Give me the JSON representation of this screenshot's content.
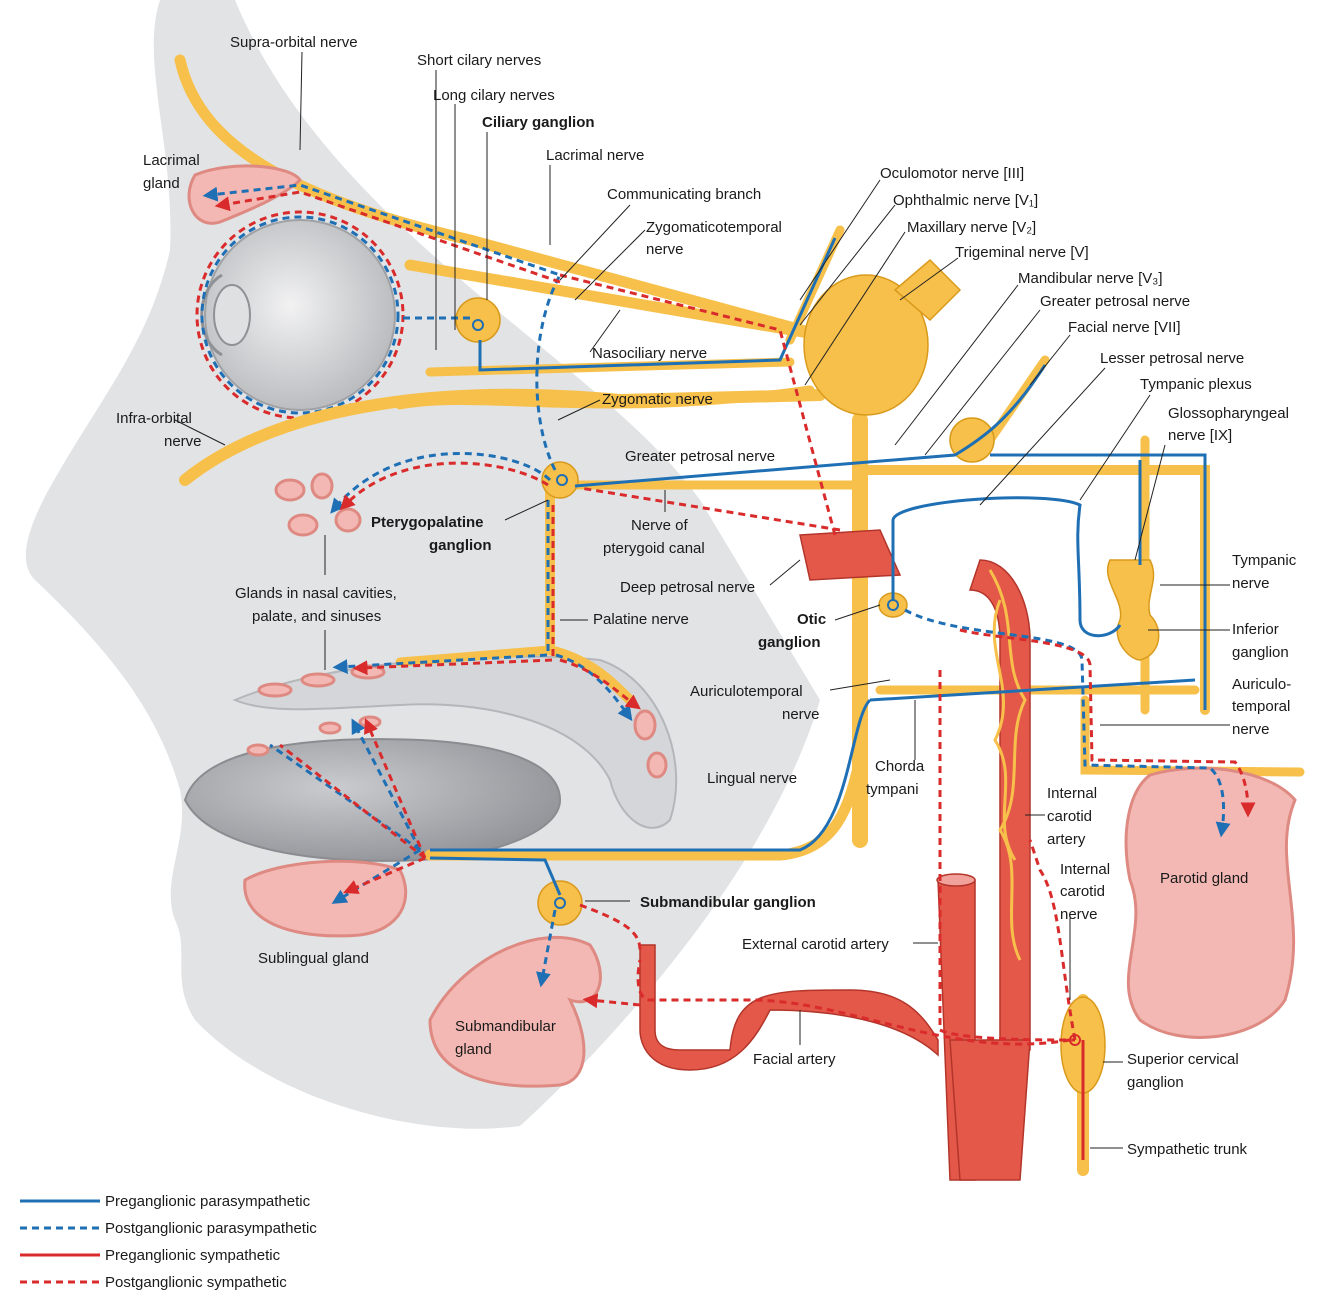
{
  "labels": {
    "supraorbital": "Supra-orbital nerve",
    "short_ciliary": "Short cilary nerves",
    "long_ciliary": "Long cilary nerves",
    "ciliary_ganglion": "Ciliary ganglion",
    "lacrimal_nerve": "Lacrimal nerve",
    "lacrimal_gland_1": "Lacrimal",
    "lacrimal_gland_2": "gland",
    "communicating_branch": "Communicating branch",
    "zygomaticotemporal_1": "Zygomaticotemporal",
    "zygomaticotemporal_2": "nerve",
    "oculomotor": "Oculomotor nerve [III]",
    "ophthalmic": "Ophthalmic nerve [V₁]",
    "maxillary": "Maxillary nerve [V₂]",
    "trigeminal": "Trigeminal nerve [V]",
    "mandibular": "Mandibular nerve [V₃]",
    "greater_petrosal_top": "Greater petrosal nerve",
    "facial": "Facial nerve [VII]",
    "lesser_petrosal": "Lesser petrosal nerve",
    "tympanic_plexus": "Tympanic plexus",
    "glossopharyngeal_1": "Glossopharyngeal",
    "glossopharyngeal_2": "nerve [IX]",
    "nasociliary": "Nasociliary nerve",
    "zygomatic": "Zygomatic nerve",
    "infraorbital_1": "Infra-orbital",
    "infraorbital_2": "nerve",
    "greater_petrosal_mid": "Greater petrosal nerve",
    "pterygopalatine_1": "Pterygopalatine",
    "pterygopalatine_2": "ganglion",
    "pterygoid_canal_1": "Nerve of",
    "pterygoid_canal_2": "pterygoid canal",
    "deep_petrosal": "Deep petrosal nerve",
    "nasal_glands_1": "Glands in nasal cavities,",
    "nasal_glands_2": "palate, and sinuses",
    "palatine": "Palatine nerve",
    "otic_1": "Otic",
    "otic_2": "ganglion",
    "tympanic_nerve_1": "Tympanic",
    "tympanic_nerve_2": "nerve",
    "inferior_ganglion_1": "Inferior",
    "inferior_ganglion_2": "ganglion",
    "auriculotemporal_l1": "Auriculotemporal",
    "auriculotemporal_l2": "nerve",
    "auriculotemporal_r1": "Auriculo-",
    "auriculotemporal_r2": "temporal",
    "auriculotemporal_r3": "nerve",
    "chorda_1": "Chorda",
    "chorda_2": "tympani",
    "lingual": "Lingual nerve",
    "internal_carotid_artery_1": "Internal",
    "internal_carotid_artery_2": "carotid",
    "internal_carotid_artery_3": "artery",
    "internal_carotid_nerve_1": "Internal",
    "internal_carotid_nerve_2": "carotid",
    "internal_carotid_nerve_3": "nerve",
    "parotid": "Parotid gland",
    "submandibular_ganglion": "Submandibular ganglion",
    "sublingual": "Sublingual gland",
    "external_carotid": "External carotid artery",
    "submandibular_gland_1": "Submandibular",
    "submandibular_gland_2": "gland",
    "facial_artery": "Facial artery",
    "superior_cervical_1": "Superior cervical",
    "superior_cervical_2": "ganglion",
    "sympathetic_trunk": "Sympathetic trunk"
  },
  "legend": [
    {
      "label": "Preganglionic parasympathetic",
      "color": "#1f6fb5",
      "style": "solid"
    },
    {
      "label": "Postganglionic parasympathetic",
      "color": "#1f6fb5",
      "style": "dashed"
    },
    {
      "label": "Preganglionic sympathetic",
      "color": "#d92b2b",
      "style": "solid"
    },
    {
      "label": "Postganglionic sympathetic",
      "color": "#d92b2b",
      "style": "dashed"
    }
  ],
  "colors": {
    "nerve": "#f7c04a",
    "nerve_edge": "#d99a1c",
    "artery": "#e4584a",
    "gland": "#f3b8b3",
    "head": "#e3e4e6",
    "parasympathetic": "#1f6fb5",
    "sympathetic": "#d92b2b"
  }
}
